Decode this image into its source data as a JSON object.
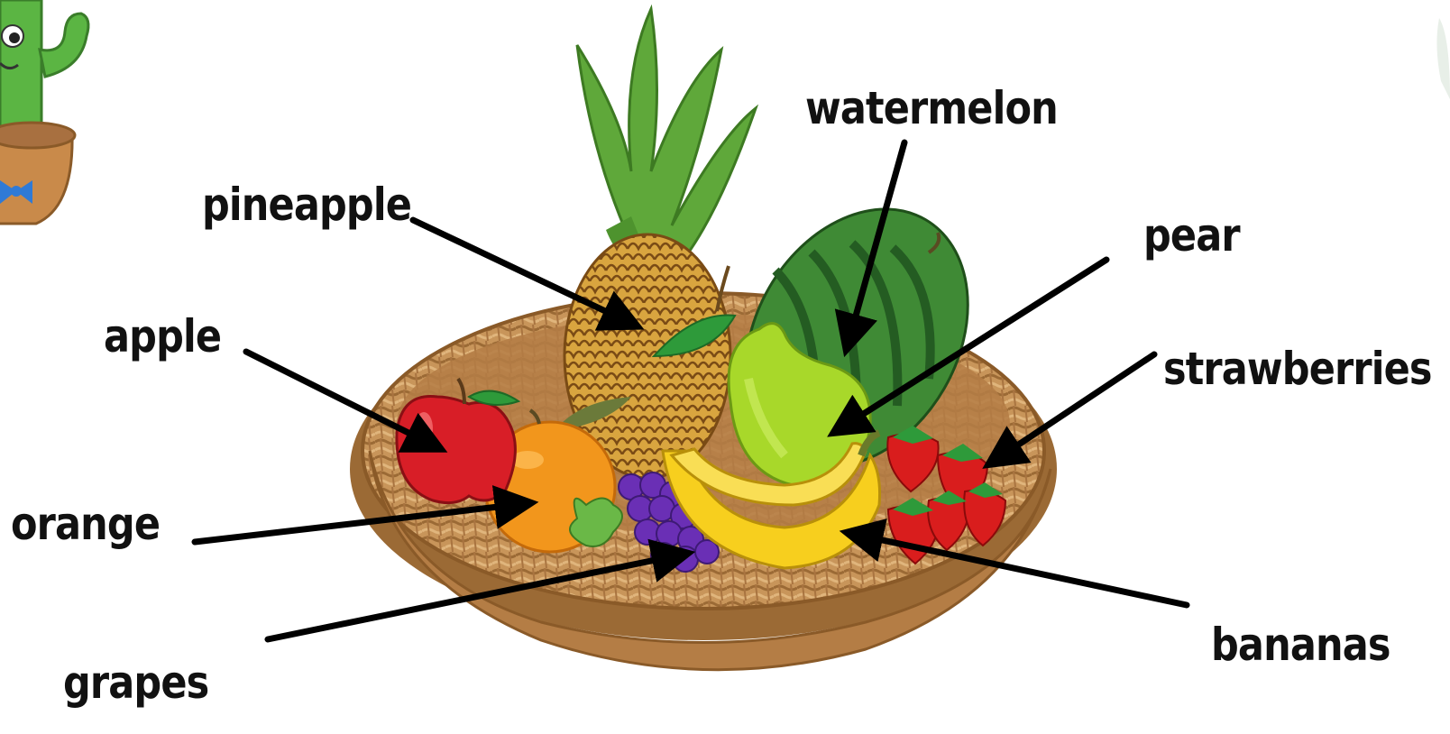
{
  "labels": {
    "watermelon": "watermelon",
    "pineapple": "pineapple",
    "pear": "pear",
    "apple": "apple",
    "strawberries": "strawberries",
    "orange": "orange",
    "bananas": "bananas",
    "grapes": "grapes"
  },
  "colors": {
    "arrow": "#000000",
    "label_text": "#111111",
    "basket": "#c8955a",
    "basket_dark": "#9b6a35",
    "apple": "#d81e27",
    "orange": "#f2961c",
    "pineapple": "#d9a53f",
    "pineapple_leaves": "#5fa83a",
    "watermelon": "#3f8a35",
    "watermelon_stripe": "#245c22",
    "pear": "#a8d82a",
    "banana": "#f7cf1e",
    "grapes": "#6a2fb5",
    "strawberry": "#d91d1d",
    "cactus": "#5bb543",
    "pot": "#c98a4a",
    "bow_tie": "#2f7ad6"
  }
}
